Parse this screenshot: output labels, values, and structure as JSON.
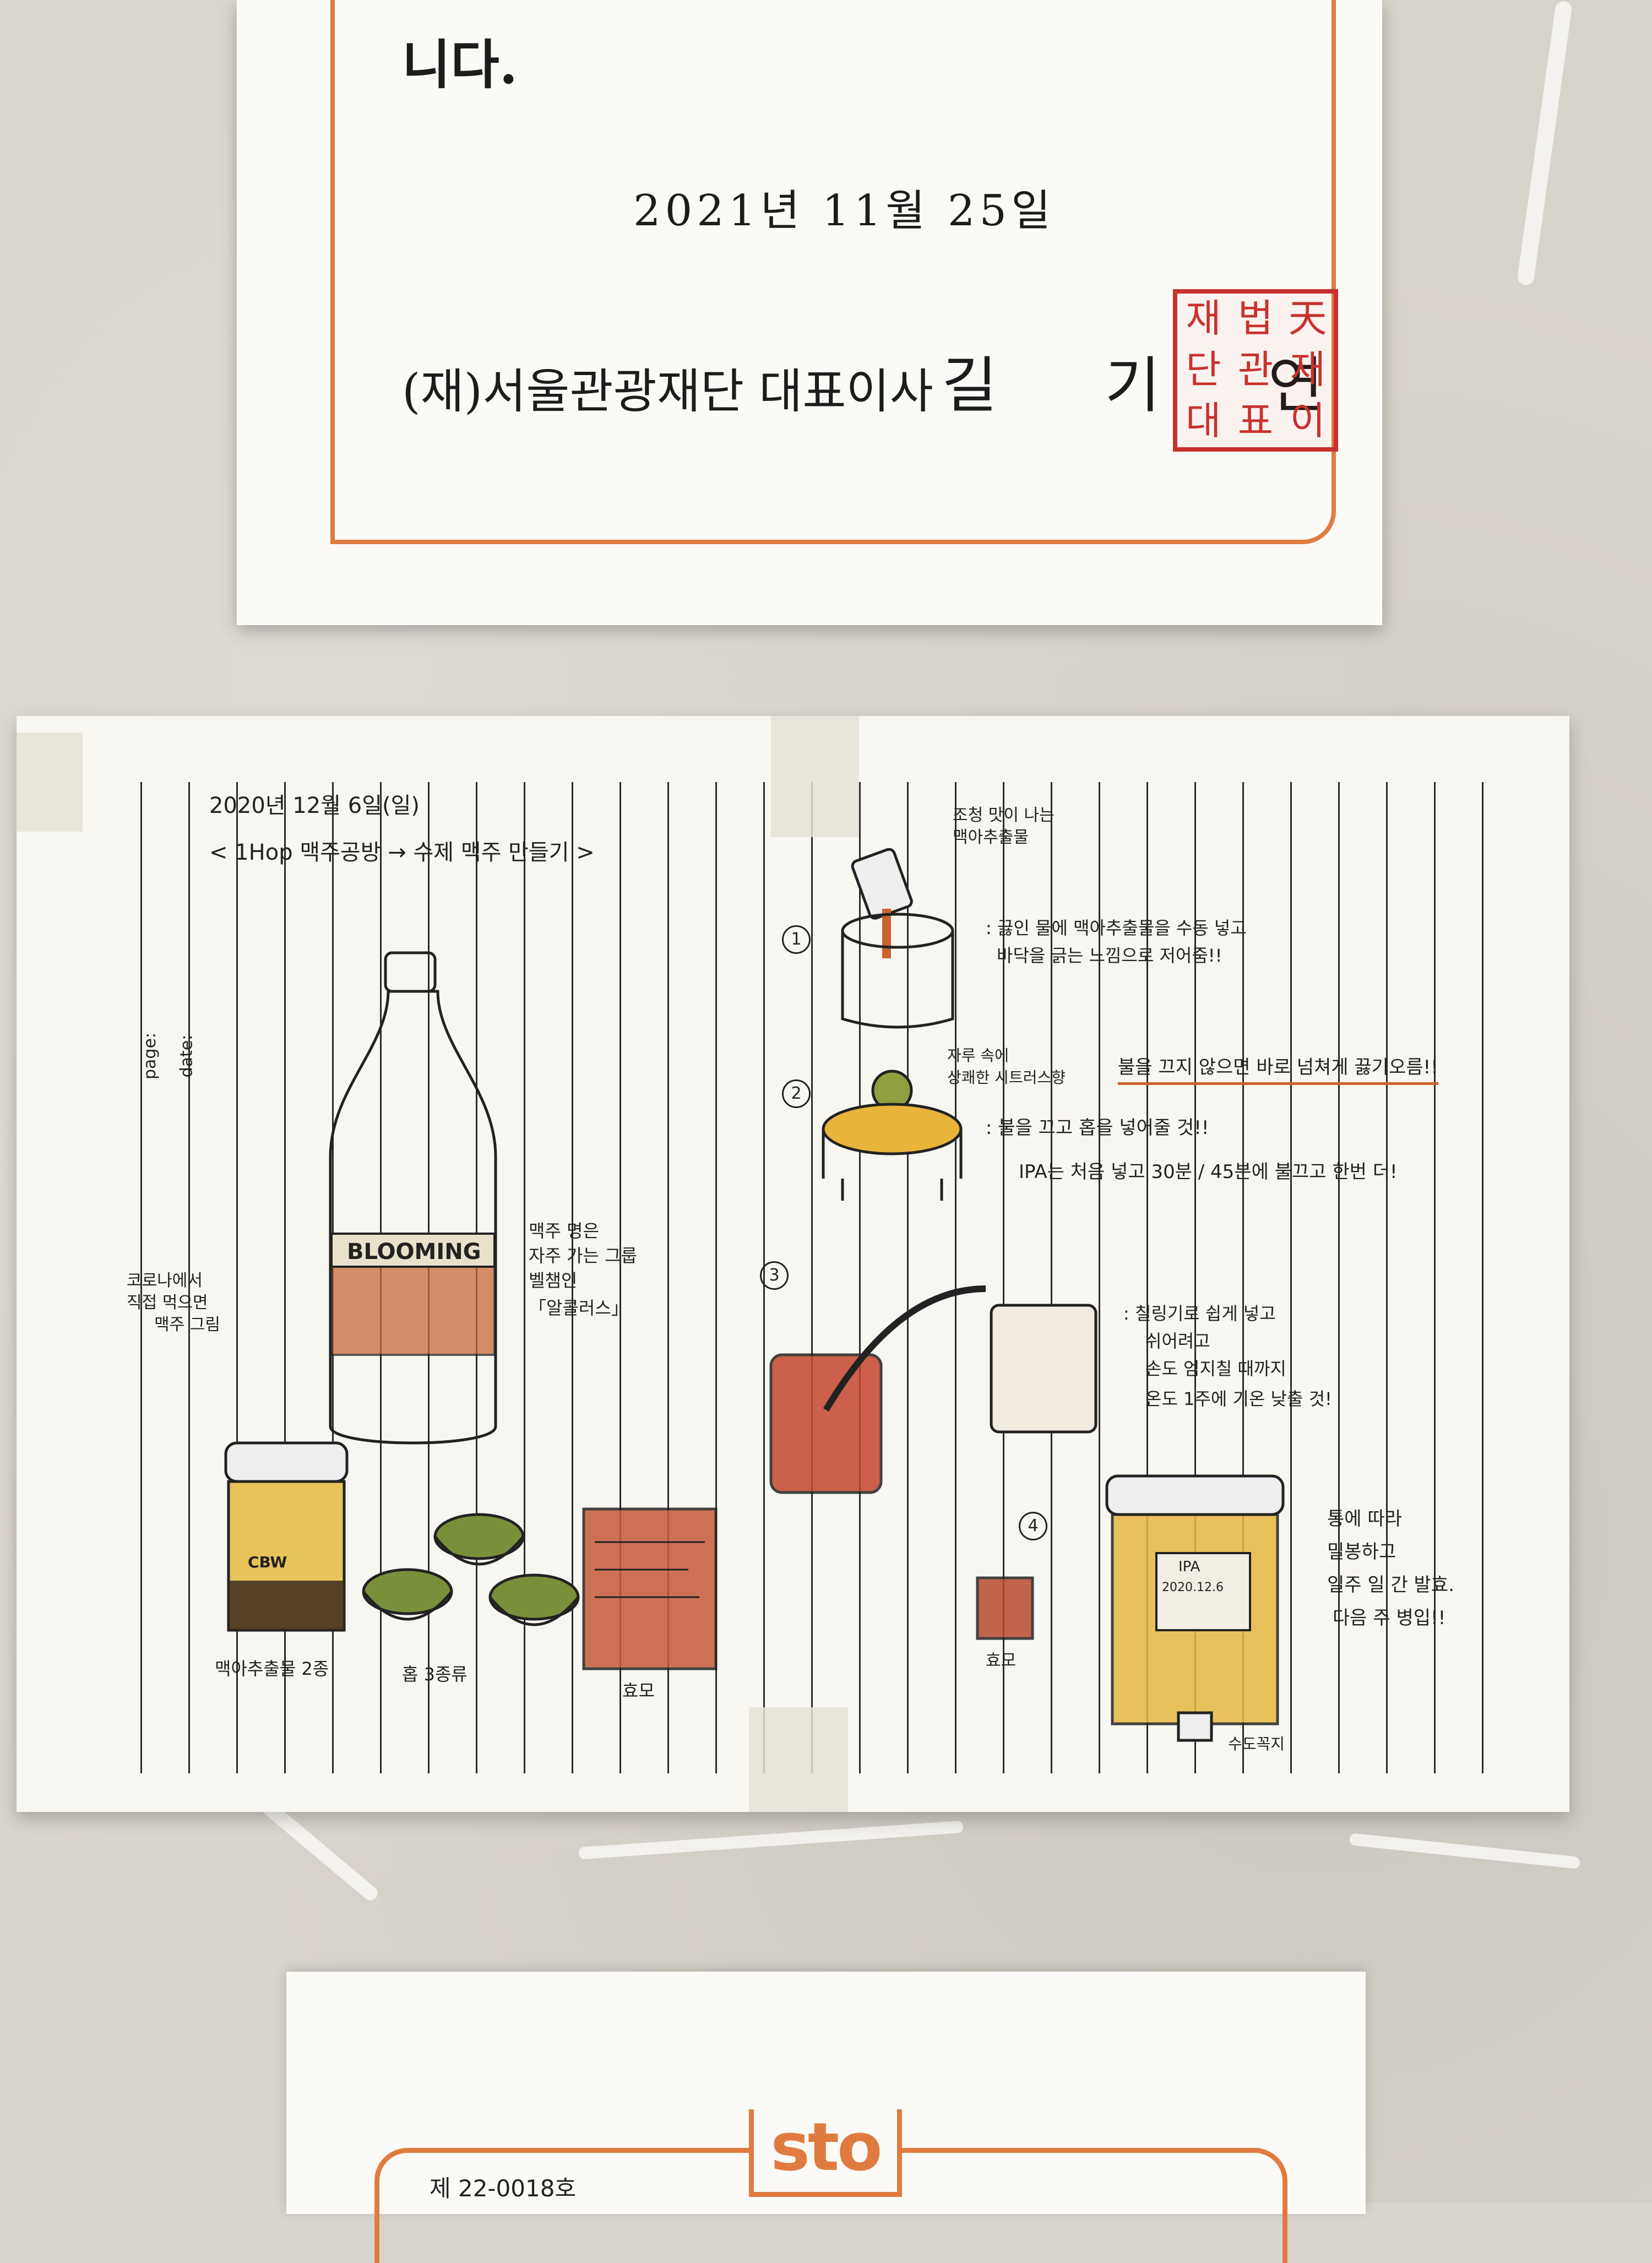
{
  "certificate": {
    "line_end": "니다.",
    "date": "2021년  11월  25일",
    "signer": "(재)서울관광재단 대표이사",
    "name": "길 기 연",
    "seal_chars": [
      "재",
      "법",
      "天",
      "단",
      "관",
      "재",
      "대",
      "표",
      "이"
    ]
  },
  "note": {
    "date": "2020년 12월 6일(일)",
    "title": "< 1Hop 맥주공방 → 수제 맥주 만들기 >",
    "page_label": "page:",
    "date_label": "date:",
    "bottle_brand": "BLOOMING",
    "bottle_note": [
      "맥주 명은",
      "자주 가는 그룹",
      "벨챔인",
      "「알콜러스」"
    ],
    "self_note": [
      "코로나에서",
      "직접 먹으면",
      "맥주 그림"
    ],
    "extract_label": "맥아추출물 2종",
    "extract_can": "CBW",
    "hops_label": "홉 3종류",
    "yeast_label": "효모",
    "top_note": [
      "조청 맛이 나는",
      "맥아추출물"
    ],
    "step1": {
      "num": "1",
      "text": [
        ": 끓인 물에 맥아추출물을 수동 넣고",
        "바닥을 긁는 느낌으로 저어줌!!"
      ]
    },
    "step2": {
      "num": "2",
      "hop_note": [
        "자루 속에",
        "상쾌한 시트러스향"
      ],
      "warning": "불을 끄지 않으면 바로 넘쳐게 끓기오름!!",
      "text": [
        ": 불을 끄고 홉을 넣어줄 것!!",
        "IPA는 처음 넣고 30분 / 45분에 불끄고 한번 더!"
      ]
    },
    "step3": {
      "num": "3",
      "text": [
        ": 칠링기로 쉽게 넣고",
        "쉬어려고",
        "손도 엄지칠 때까지",
        "온도 1주에 기온 낮출 것!"
      ]
    },
    "step4": {
      "num": "4",
      "yeast": "효모",
      "tank_label": [
        "IPA",
        "2020.12.6"
      ],
      "tap_label": "수도꼭지",
      "text": [
        "통에 따라",
        "밀봉하고",
        "일주 일 간 발효.",
        "다음 주 병입!!"
      ]
    }
  },
  "plaque": {
    "number": "제 22-0018호",
    "logo": "sto"
  },
  "colors": {
    "accent_orange": "#e07b3f",
    "seal_red": "#c8322e",
    "ink": "#222222"
  }
}
